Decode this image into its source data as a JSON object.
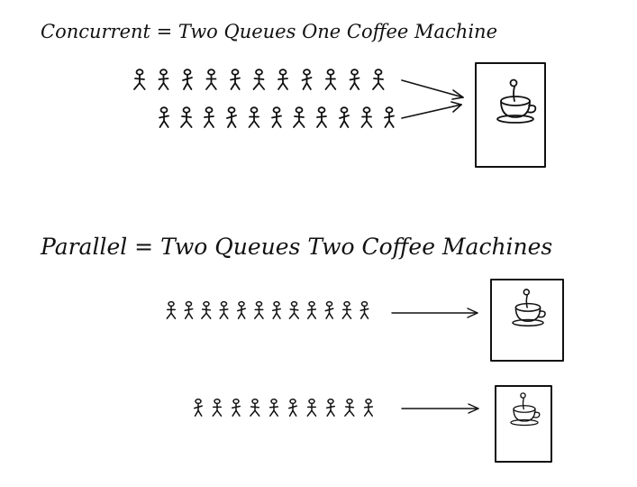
{
  "sections": [
    {
      "title": "Concurrent = Two Queues One Coffee Machine",
      "queues": [
        {
          "people": 11
        },
        {
          "people": 11
        }
      ],
      "machines": 1
    },
    {
      "title": "Parallel = Two Queues Two Coffee Machines",
      "queues": [
        {
          "people": 12
        },
        {
          "people": 10
        }
      ],
      "machines": 2
    }
  ],
  "colors": {
    "ink": "#111111",
    "paper": "#ffffff"
  }
}
